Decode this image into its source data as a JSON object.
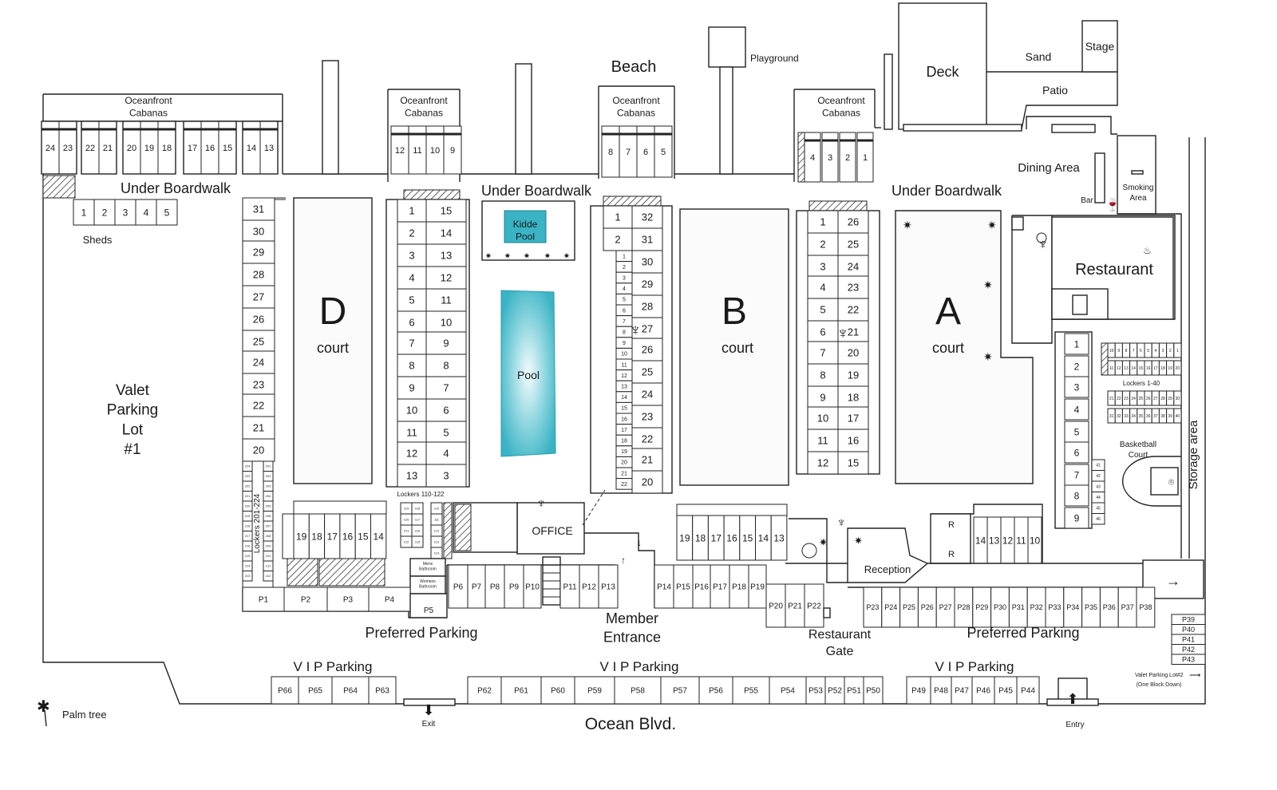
{
  "labels": {
    "beach": "Beach",
    "playground": "Playground",
    "deck": "Deck",
    "sand": "Sand",
    "stage": "Stage",
    "patio": "Patio",
    "dining_area": "Dining Area",
    "bar": "Bar",
    "smoking_area": "Smoking\nArea",
    "restaurant": "Restaurant",
    "under_boardwalk": "Under Boardwalk",
    "oceanfront_cabanas": "Oceanfront\nCabanas",
    "sheds": "Sheds",
    "valet_lot_1": "Valet\nParking\nLot\n#1",
    "court_word": "court",
    "court_d": "D",
    "court_b": "B",
    "court_a": "A",
    "kidde_pool": "Kidde\nPool",
    "pool": "Pool",
    "lockers_110_122": "Lockers 110-122",
    "lockers_201_224": "Lockers 201-224",
    "lockers_1_40": "Lockers 1-40",
    "basketball_court": "Basketball\nCourt",
    "storage_area": "Storage area",
    "office": "OFFICE",
    "mens_bathroom": "Mens\nBathroom",
    "womens_bathroom": "Womens\nBathroom",
    "reception": "Reception",
    "member_entrance": "Member\nEntrance",
    "restaurant_gate": "Restaurant\nGate",
    "preferred_parking": "Preferred Parking",
    "vip_parking": "V I P Parking",
    "ocean_blvd": "Ocean Blvd.",
    "exit": "Exit",
    "entry": "Entry",
    "palm_tree": "Palm tree",
    "valet_lot_2": "Valet Parking Lot#2",
    "one_block_down": "(One Block Down)",
    "r_mark": "R"
  },
  "cabanas": {
    "group1": [
      "24",
      "23",
      "22",
      "21",
      "20",
      "19",
      "18",
      "17",
      "16",
      "15",
      "14",
      "13"
    ],
    "group2": [
      "12",
      "11",
      "10",
      "9"
    ],
    "group3": [
      "8",
      "7",
      "6",
      "5"
    ],
    "group4": [
      "4",
      "3",
      "2",
      "1"
    ]
  },
  "sheds": [
    "1",
    "2",
    "3",
    "4",
    "5"
  ],
  "court_d_cabanas": [
    "31",
    "30",
    "29",
    "28",
    "27",
    "26",
    "25",
    "24",
    "23",
    "22",
    "21",
    "20"
  ],
  "col2_left": [
    "1",
    "2",
    "3",
    "4",
    "5",
    "6",
    "7",
    "8",
    "9",
    "10",
    "11",
    "12",
    "13"
  ],
  "col2_right": [
    "15",
    "14",
    "13",
    "12",
    "11",
    "10",
    "9",
    "8",
    "7",
    "6",
    "5",
    "4",
    "3"
  ],
  "col3_left_big": [
    "1",
    "2"
  ],
  "col3_left_small": [
    "1",
    "2",
    "3",
    "4",
    "5",
    "6",
    "7",
    "8",
    "9",
    "10",
    "11",
    "12",
    "13",
    "14",
    "15",
    "16",
    "17",
    "18",
    "19",
    "20",
    "21",
    "22"
  ],
  "col3_right": [
    "32",
    "31",
    "30",
    "29",
    "28",
    "27",
    "26",
    "25",
    "24",
    "23",
    "22",
    "21",
    "20"
  ],
  "col4_left": [
    "1",
    "2",
    "3",
    "4",
    "5",
    "6",
    "7",
    "8",
    "9",
    "10",
    "11",
    "12"
  ],
  "col4_right": [
    "26",
    "25",
    "24",
    "23",
    "22",
    "21",
    "20",
    "19",
    "18",
    "17",
    "16",
    "15"
  ],
  "right_col": [
    "1",
    "2",
    "3",
    "4",
    "5",
    "6",
    "7",
    "8",
    "9"
  ],
  "right_col_small": [
    "41",
    "42",
    "43",
    "44",
    "45",
    "46"
  ],
  "lockers_top_row": [
    "10",
    "9",
    "8",
    "7",
    "6",
    "5",
    "4",
    "3",
    "2",
    "1"
  ],
  "lockers_row2": [
    "11",
    "12",
    "13",
    "14",
    "15",
    "16",
    "17",
    "18",
    "19",
    "20"
  ],
  "lockers_row3": [
    "21",
    "22",
    "23",
    "24",
    "25",
    "26",
    "27",
    "28",
    "29",
    "30"
  ],
  "lockers_row4": [
    "31",
    "32",
    "33",
    "34",
    "35",
    "36",
    "37",
    "38",
    "39",
    "40"
  ],
  "lockers_201_224_left": [
    "224",
    "223",
    "222",
    "221",
    "220",
    "219",
    "218",
    "217",
    "216",
    "215",
    "214",
    "213"
  ],
  "lockers_201_224_right": [
    "201",
    "202",
    "203",
    "204",
    "205",
    "206",
    "207",
    "208",
    "209",
    "210",
    "211",
    "212"
  ],
  "lockers_110_122_a": [
    "119",
    "120",
    "121",
    "122"
  ],
  "lockers_110_122_b": [
    "118",
    "117",
    "116",
    "115"
  ],
  "lockers_110_122_c": [
    "110",
    "111",
    "112",
    "113",
    "114"
  ],
  "cabanas_lower_d": [
    "19",
    "18",
    "17",
    "16",
    "15",
    "14"
  ],
  "cabanas_lower_b": [
    "19",
    "18",
    "17",
    "16",
    "15",
    "14",
    "13"
  ],
  "cabanas_lower_a": [
    "14",
    "13",
    "12",
    "11",
    "10"
  ],
  "parking_p1_p4": [
    "P1",
    "P2",
    "P3",
    "P4"
  ],
  "parking_p5": "P5",
  "parking_p6_p10": [
    "P6",
    "P7",
    "P8",
    "P9",
    "P10"
  ],
  "parking_p11_p13": [
    "P11",
    "P12",
    "P13"
  ],
  "parking_p14_p19": [
    "P14",
    "P15",
    "P16",
    "P17",
    "P18",
    "P19"
  ],
  "parking_p20_p22": [
    "P20",
    "P21",
    "P22"
  ],
  "parking_p23_p38": [
    "P23",
    "P24",
    "P25",
    "P26",
    "P27",
    "P28",
    "P29",
    "P30",
    "P31",
    "P32",
    "P33",
    "P34",
    "P35",
    "P36",
    "P37",
    "P38"
  ],
  "parking_p39_p43": [
    "P39",
    "P40",
    "P41",
    "P42",
    "P43"
  ],
  "vip_left": [
    "P66",
    "P65",
    "P64",
    "P63"
  ],
  "vip_middle": [
    "P62",
    "P61",
    "P60",
    "P59",
    "P58",
    "P57",
    "P56",
    "P55",
    "P54",
    "P53",
    "P52",
    "P51",
    "P50"
  ],
  "vip_right": [
    "P49",
    "P48",
    "P47",
    "P46",
    "P45",
    "P44"
  ],
  "colors": {
    "pool": "#3ab3c4",
    "pool_light": "#e8f7f9",
    "line": "#222222"
  }
}
